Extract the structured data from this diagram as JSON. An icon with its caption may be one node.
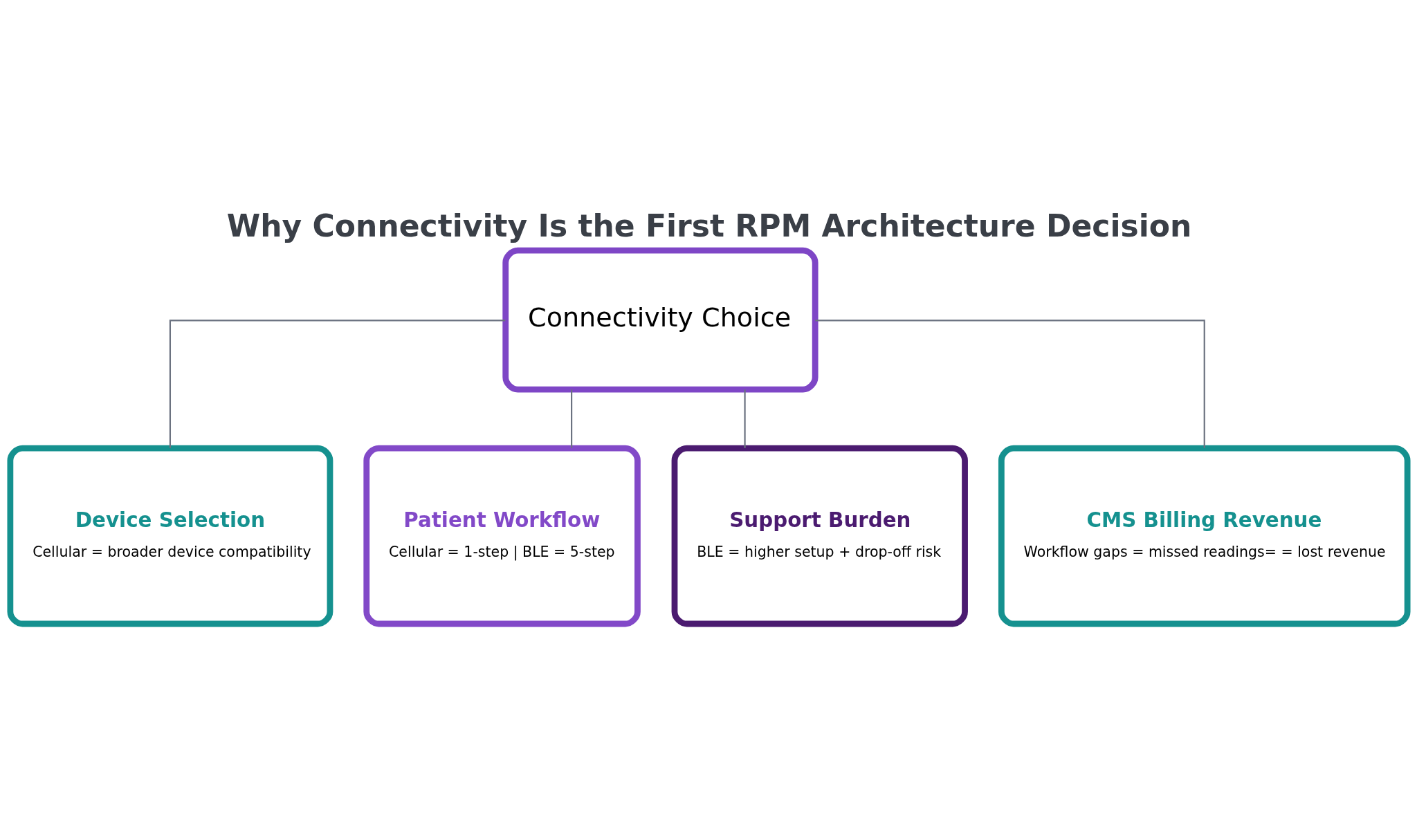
{
  "diagram": {
    "title": "Why Connectivity Is the First RPM Architecture Decision",
    "nodes": [
      {
        "text": [
          "Connectivity Choice"
        ]
      },
      {
        "text": [
          "Device Selection",
          "Cellular = broader device compatibility"
        ]
      },
      {
        "text": [
          "Patient Workflow",
          "Cellular = 1-step | BLE = 5-step"
        ]
      },
      {
        "text": [
          "Support Burden",
          "BLE = higher setup + drop-off risk"
        ]
      },
      {
        "text": [
          "CMS Billing Revenue",
          "Workflow gaps = missed readings= = lost revenue"
        ]
      }
    ],
    "edges": [
      {
        "from": 0,
        "to": 1,
        "arrow": "none"
      },
      {
        "from": 0,
        "to": 2,
        "arrow": "none"
      },
      {
        "from": 0,
        "to": 3,
        "arrow": "none"
      },
      {
        "from": 0,
        "to": 4,
        "arrow": "none"
      }
    ]
  }
}
